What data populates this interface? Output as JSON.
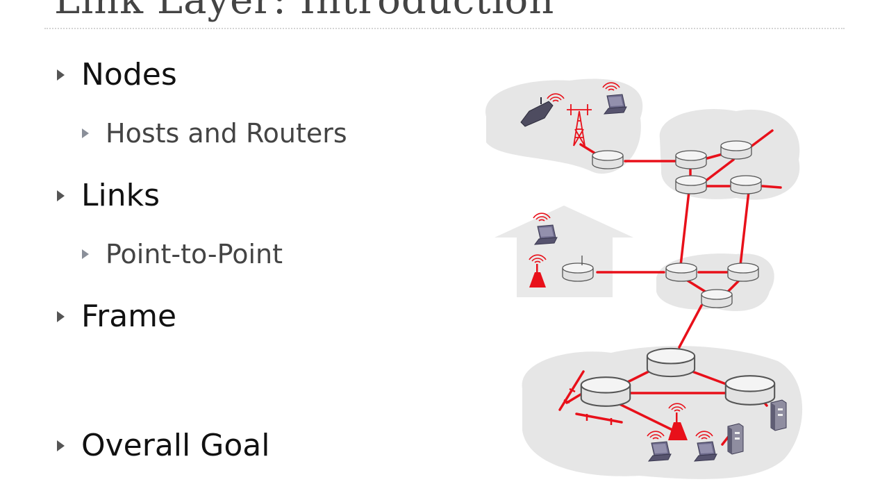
{
  "slide": {
    "title": "Link Layer: Introduction"
  },
  "bullets": [
    {
      "level": 1,
      "text": "Nodes"
    },
    {
      "level": 2,
      "text": "Hosts and Routers"
    },
    {
      "level": 1,
      "text": "Links"
    },
    {
      "level": 2,
      "text": "Point-to-Point"
    },
    {
      "level": 1,
      "text": "Frame"
    },
    {
      "level": 1,
      "text": "Overall Goal"
    }
  ],
  "colors": {
    "link": "#e8101a",
    "cloud": "#e6e6e6",
    "router": "#ededed",
    "host": "#6e6b8c"
  },
  "icons": [
    "bullet-triangle-icon",
    "router-icon",
    "laptop-icon",
    "cellphone-icon",
    "cell-tower-icon",
    "wireless-access-point-icon",
    "server-icon",
    "house-icon"
  ]
}
